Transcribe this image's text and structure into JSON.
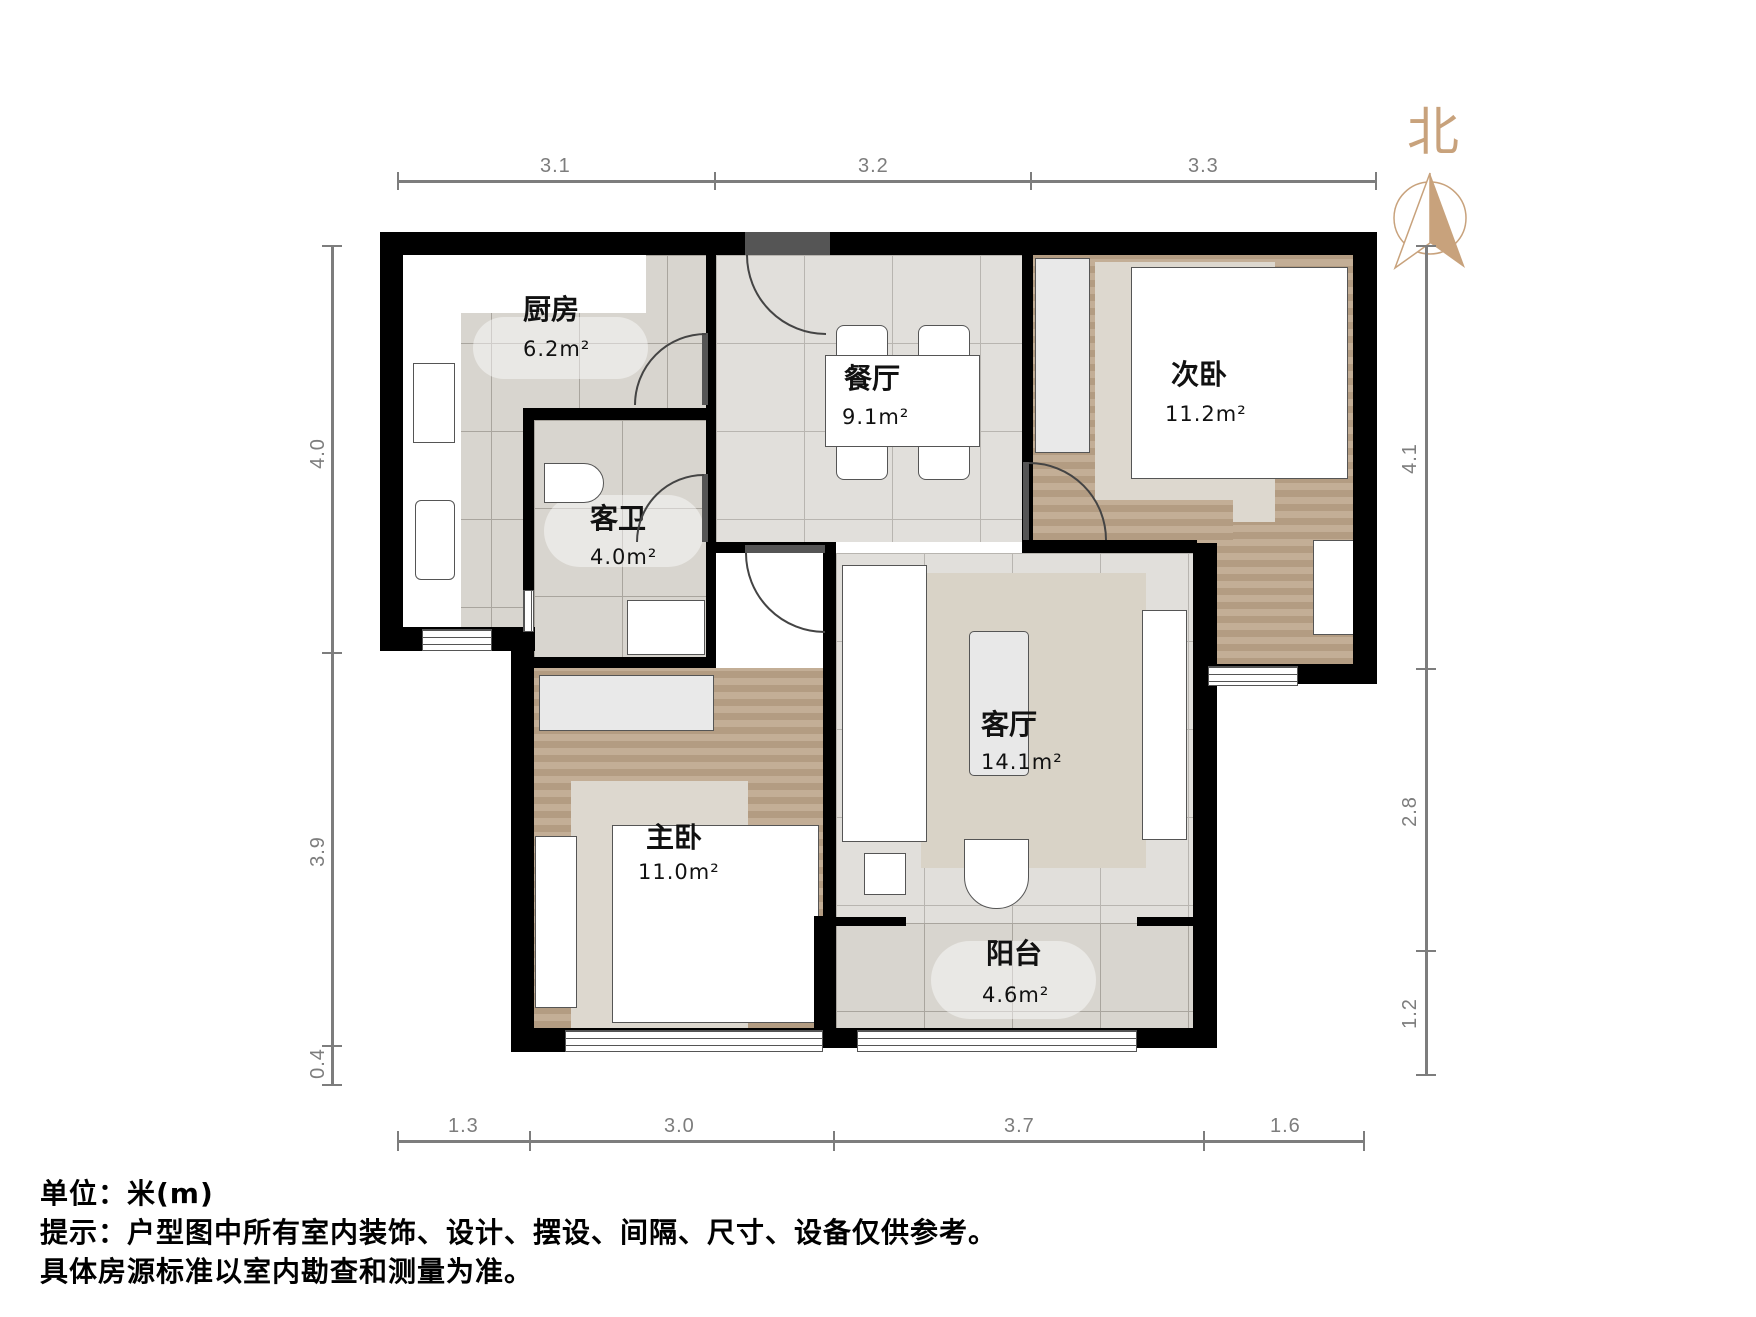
{
  "compass": {
    "label": "北",
    "color": "#c8a27c"
  },
  "dimensions": {
    "top": [
      "3.1",
      "3.2",
      "3.3"
    ],
    "bottom": [
      "1.3",
      "3.0",
      "3.7",
      "1.6"
    ],
    "left": [
      "4.0",
      "3.9",
      "0.4"
    ],
    "right": [
      "4.1",
      "2.8",
      "1.2"
    ]
  },
  "rooms": {
    "kitchen": {
      "name": "厨房",
      "area": "6.2m²"
    },
    "dining": {
      "name": "餐厅",
      "area": "9.1m²"
    },
    "second_bedroom": {
      "name": "次卧",
      "area": "11.2m²"
    },
    "guest_bathroom": {
      "name": "客卫",
      "area": "4.0m²"
    },
    "living_room": {
      "name": "客厅",
      "area": "14.1m²"
    },
    "master_bedroom": {
      "name": "主卧",
      "area": "11.0m²"
    },
    "balcony": {
      "name": "阳台",
      "area": "4.6m²"
    }
  },
  "notes": {
    "unit": "单位：米(m)",
    "hint": "提示：户型图中所有室内装饰、设计、摆设、间隔、尺寸、设备仅供参考。",
    "standard": "具体房源标准以室内勘查和测量为准。"
  }
}
